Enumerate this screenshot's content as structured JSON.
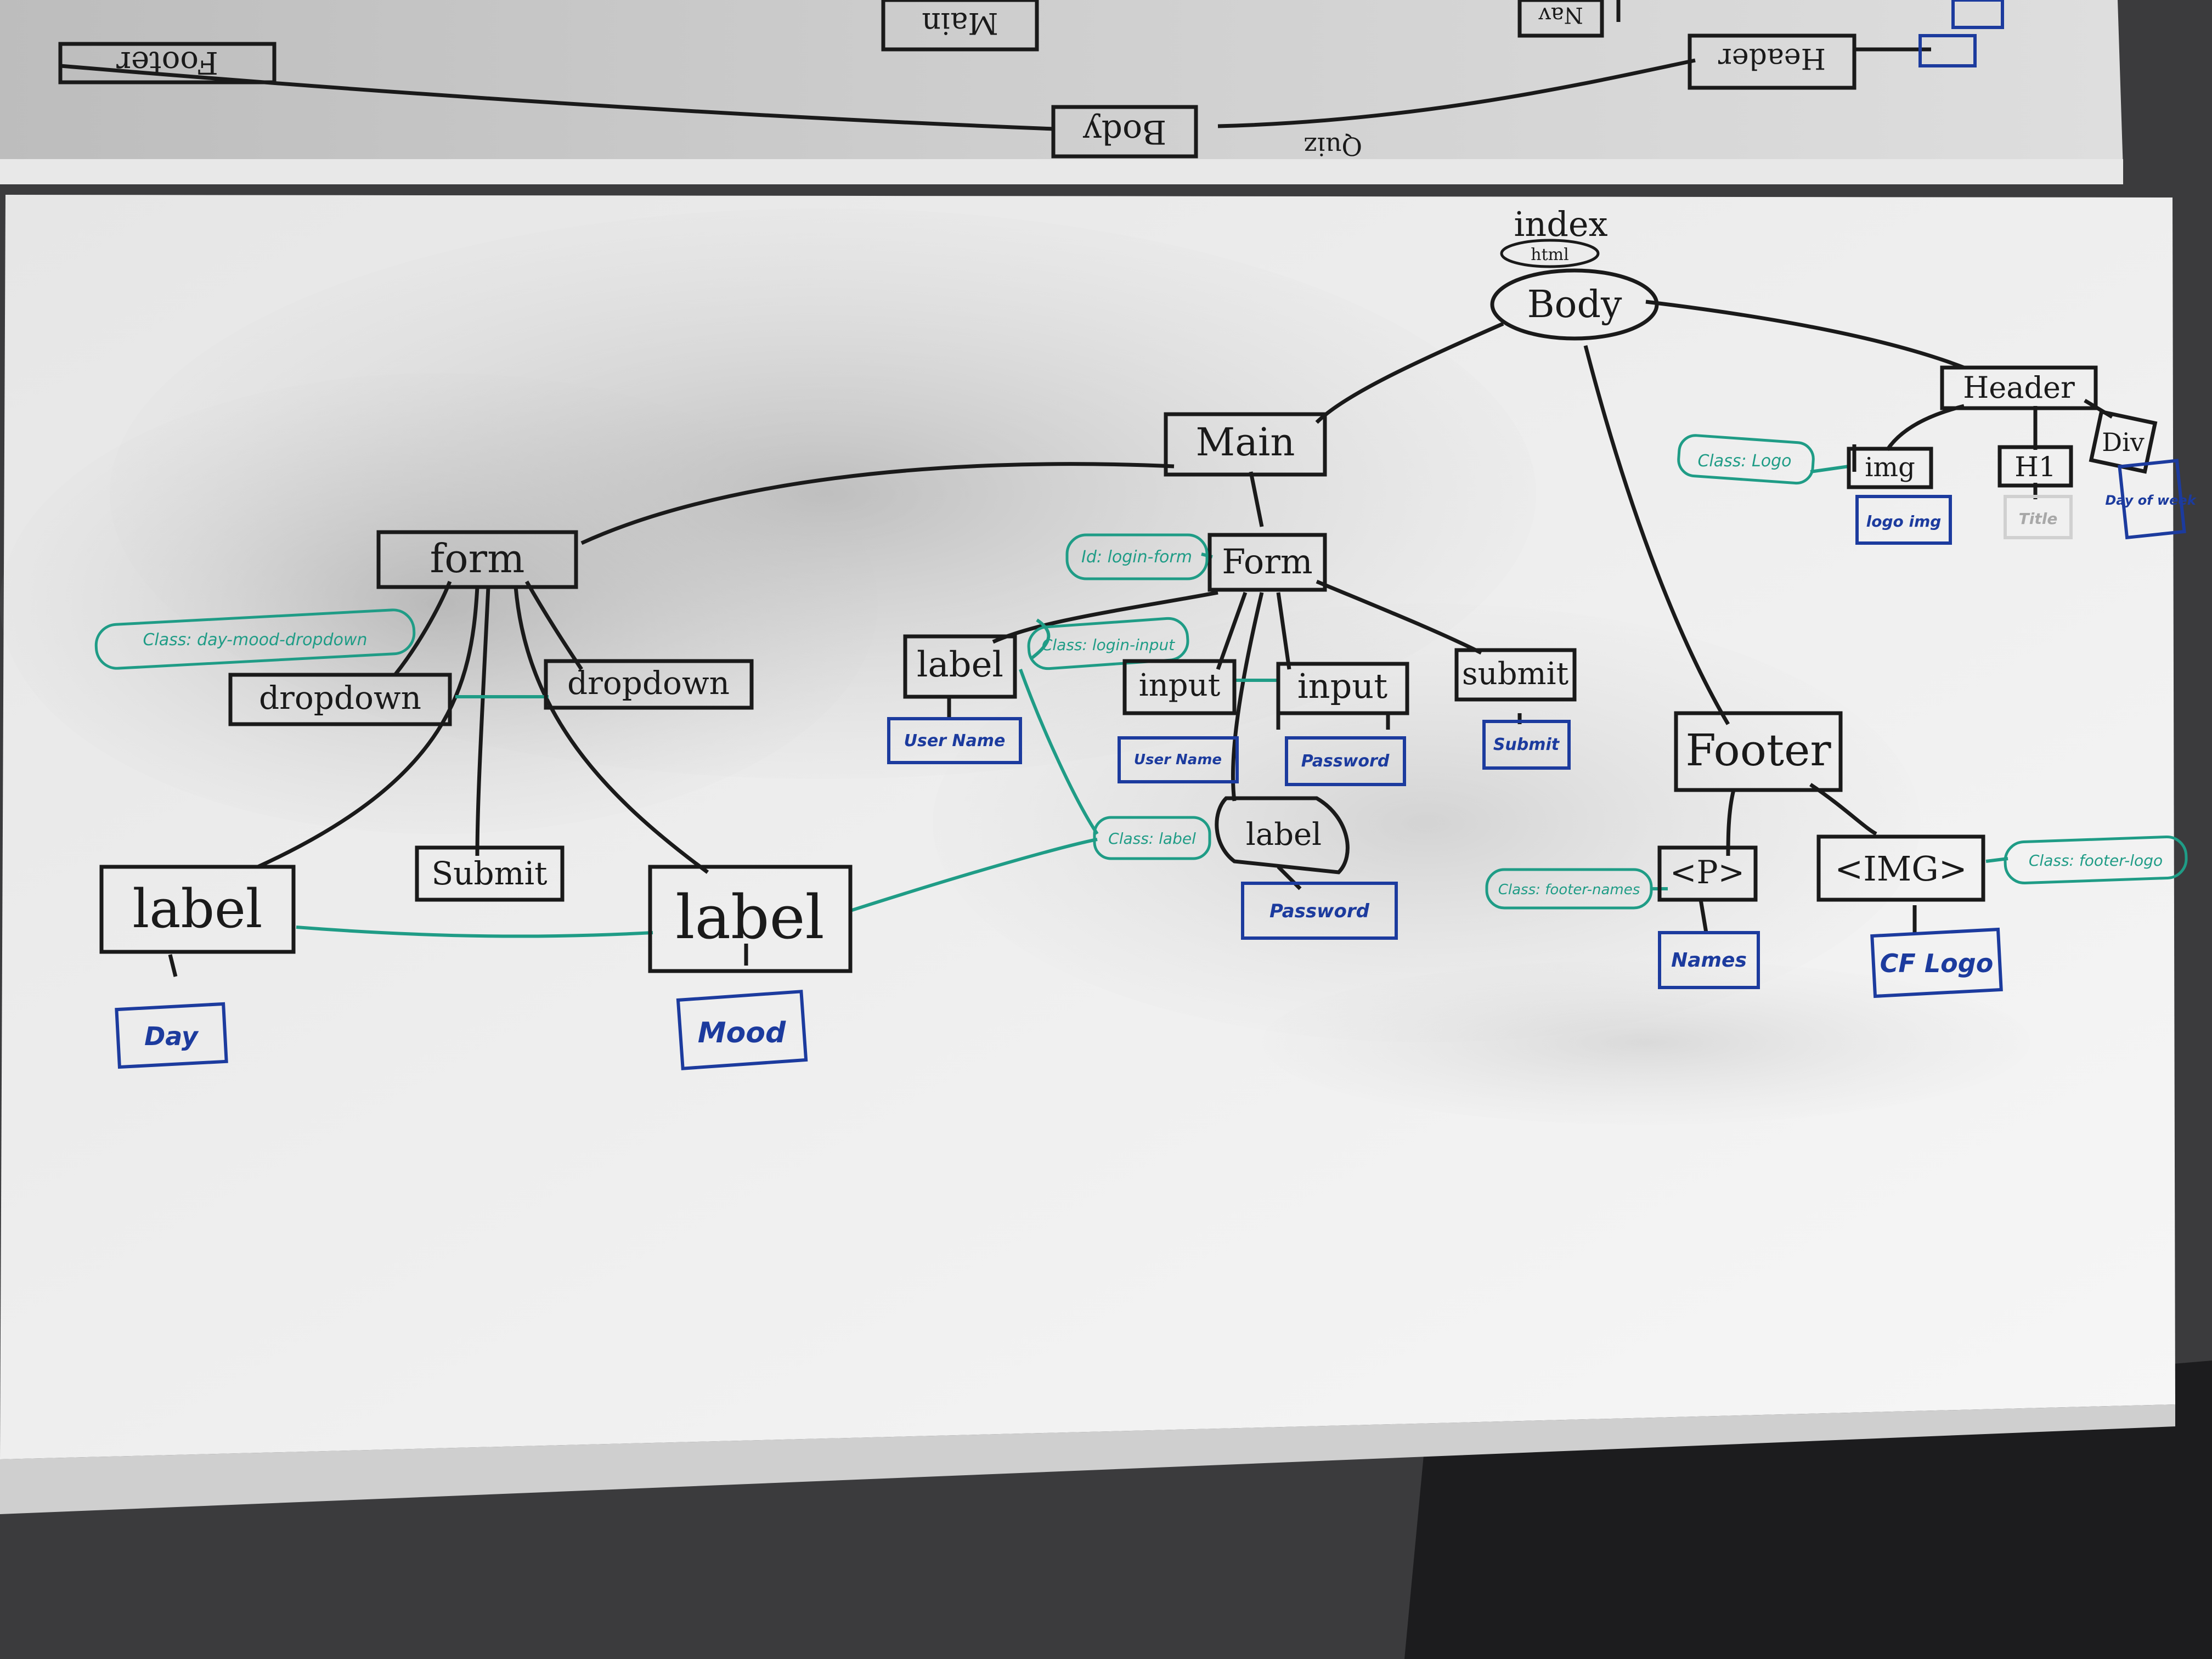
{
  "upper_board": {
    "nodes": [
      {
        "id": "footer-mirrored",
        "text": "Footer"
      },
      {
        "id": "nav-mirrored",
        "text": "Nav"
      },
      {
        "id": "header-mirrored",
        "text": "Header"
      },
      {
        "id": "body-mirrored",
        "text": "Body"
      },
      {
        "id": "main-mirrored",
        "text": "Main"
      }
    ],
    "note": "Quiz"
  },
  "lower_board": {
    "root_caption": "index",
    "root_sub_caption": "html",
    "nodes": {
      "body": "Body",
      "main": "Main",
      "header": "Header",
      "header_img": "img",
      "header_h1": "H1",
      "header_div": "Div",
      "main_form": "Form",
      "left_form": "form",
      "dropdown_1": "dropdown",
      "dropdown_2": "dropdown",
      "left_submit": "Submit",
      "left_label_1": "label",
      "left_label_2": "label",
      "form_label_1": "label",
      "form_input_1": "input",
      "form_input_2": "input",
      "form_submit": "submit",
      "form_label_2": "label",
      "footer": "Footer",
      "footer_p": "<P>",
      "footer_img": "<IMG>"
    },
    "class_notes": {
      "logo": "Class: Logo",
      "dropdown": "Class: day-mood-dropdown",
      "login_form_id": "Id: login-form",
      "login_input": "Class: login-input",
      "label": "Class: label",
      "footer_name": "Class: footer-names",
      "footer_logo": "Class: footer-logo"
    },
    "value_notes": {
      "logo_img": "logo img",
      "h1_title": "Title",
      "div_week": "Day of week",
      "day": "Day",
      "mood": "Mood",
      "username_label": "User Name",
      "username_input": "User Name",
      "password_input": "Password",
      "submit": "Submit",
      "password_label": "Password",
      "names": "Names",
      "cf_logo": "CF Logo"
    }
  }
}
